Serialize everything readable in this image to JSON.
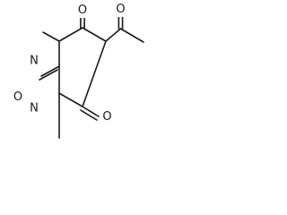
{
  "molecule": {
    "atoms": {
      "o_acetyl": "O",
      "o_c4": "O",
      "n1": "N",
      "o_c2": "O",
      "n3": "N",
      "o_c6": "O"
    }
  }
}
